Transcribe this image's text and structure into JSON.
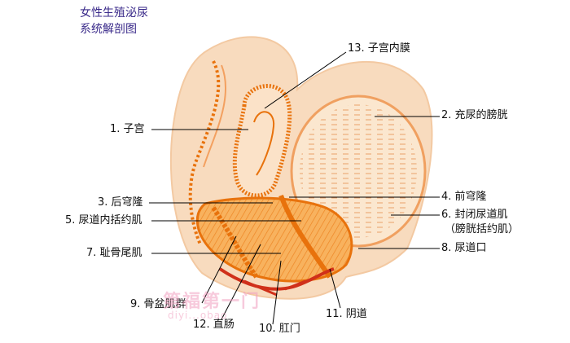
{
  "title": {
    "line1": "女性生殖泌尿",
    "line2": "系统解剖图"
  },
  "labels": {
    "endometrium": "13. 子宫内膜",
    "uterus": "1. 子宫",
    "full_bladder": "2. 充尿的膀胱",
    "posterior_fornix": "3. 后穹隆",
    "anterior_fornix": "4. 前穹隆",
    "internal_urethral_sphincter": "5. 尿道内括约肌",
    "closing_urethral_muscle": "6. 封闭尿道肌",
    "closing_urethral_muscle_note": "（膀胱括约肌）",
    "pubococcygeus": "7. 耻骨尾肌",
    "urethral_opening": "8. 尿道口",
    "pelvic_muscles": "9. 骨盆肌群",
    "anus": "10. 肛门",
    "vagina": "11. 阴道",
    "rectum": "12. 直肠"
  },
  "watermark": {
    "line1": "第福第一门",
    "line2": "diyi...obao"
  },
  "colors": {
    "title": "#3a2a8a",
    "tissue": "#f6c9a0",
    "muscle": "#e8720c",
    "deep_red": "#d0301a",
    "leader": "#000000"
  }
}
